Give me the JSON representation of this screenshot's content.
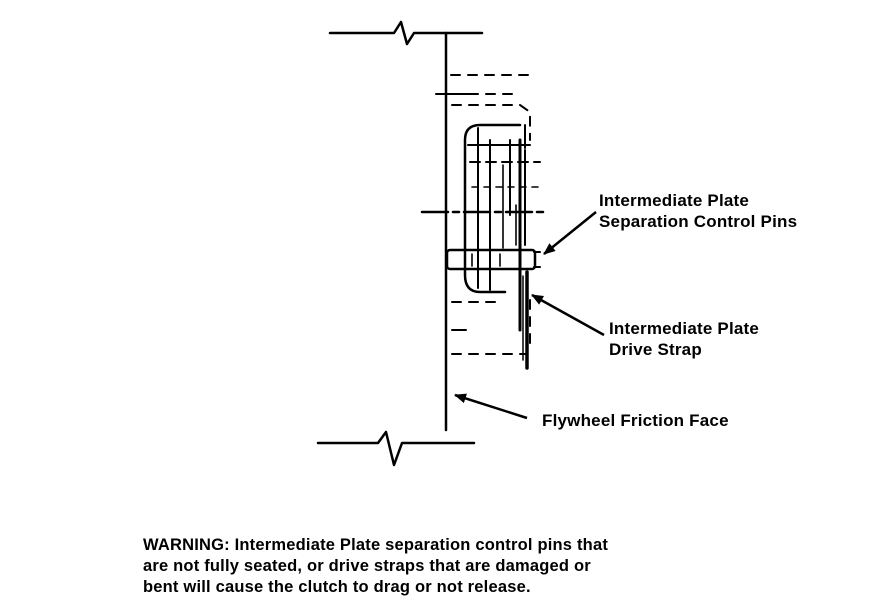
{
  "labels": {
    "pins": [
      "Intermediate Plate",
      "Separation Control Pins"
    ],
    "strap": [
      "Intermediate Plate",
      "Drive Strap"
    ],
    "face": "Flywheel Friction Face"
  },
  "warning": {
    "lines": [
      "WARNING: Intermediate Plate separation control pins that",
      "are not fully seated, or drive straps that are damaged or",
      "bent will cause the clutch to drag or not release."
    ]
  }
}
